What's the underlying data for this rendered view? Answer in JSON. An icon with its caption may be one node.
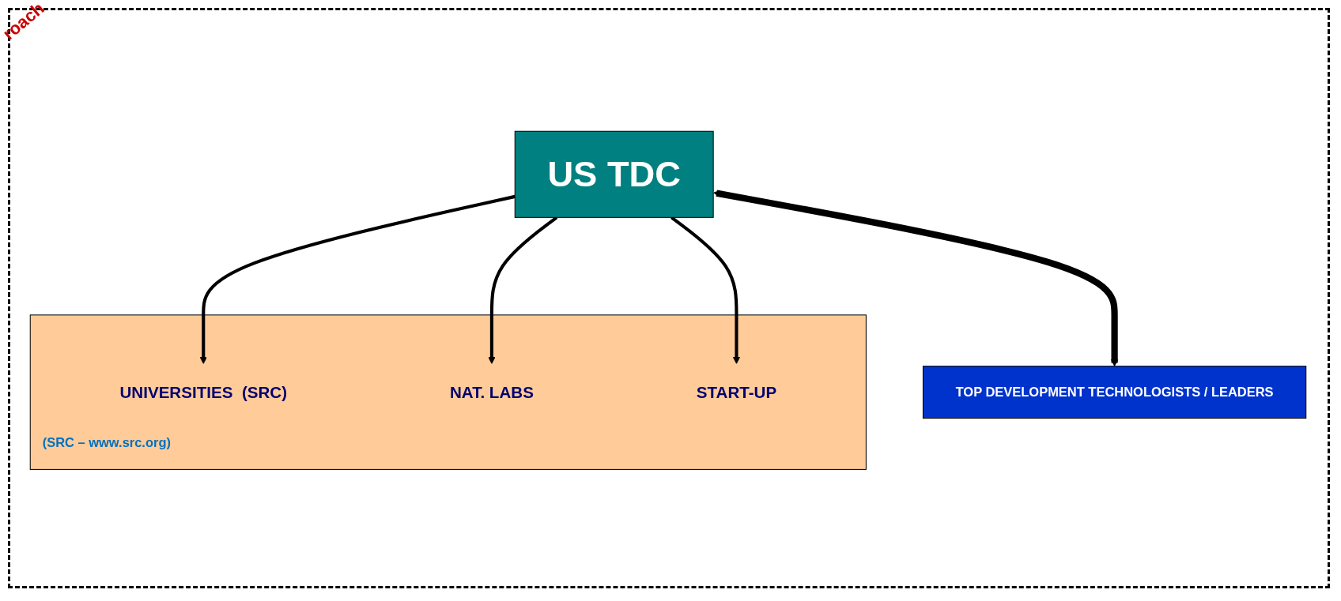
{
  "diagram": {
    "nodes": [
      {
        "text": [
          "US TDC"
        ]
      },
      {
        "text": [
          "TOP DEVELOPMENT TECHNOLOGISTS / LEADERS"
        ]
      },
      {
        "text": [
          "(SRC – www.src.org)"
        ]
      },
      {
        "text": [
          "UNIVERSITIES",
          "(SRC)"
        ],
        "in": 2
      },
      {
        "text": [
          "NAT. LABS"
        ],
        "in": 2
      },
      {
        "text": [
          "START-UP"
        ],
        "in": 2
      }
    ],
    "edges": [
      {
        "from": 0,
        "to": 1,
        "arrow": "both",
        "style": "thick"
      },
      {
        "from": 0,
        "to": 3,
        "arrow": "to"
      },
      {
        "from": 0,
        "to": 4,
        "arrow": "to"
      },
      {
        "from": 0,
        "to": 5,
        "arrow": "to"
      }
    ],
    "labels": [
      "roach"
    ]
  }
}
